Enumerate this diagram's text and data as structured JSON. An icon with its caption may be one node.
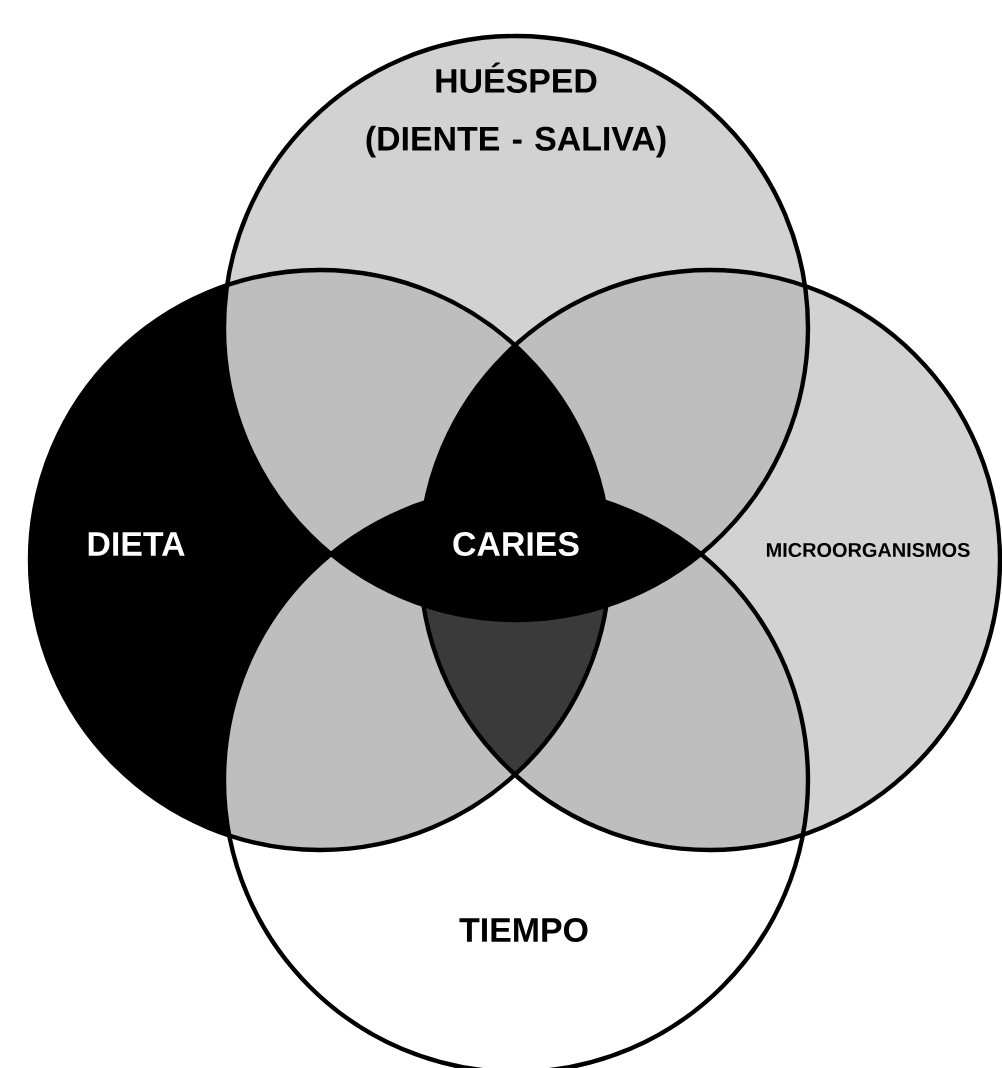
{
  "diagram": {
    "nodes": [
      {
        "text": [
          "HUÉSPED (DIENTE - SALIVA)"
        ]
      },
      {
        "text": [
          "DIETA"
        ]
      },
      {
        "text": [
          "MICROORGANISMOS"
        ]
      },
      {
        "text": [
          "TIEMPO"
        ]
      }
    ],
    "labels": [
      "CARIES"
    ]
  }
}
